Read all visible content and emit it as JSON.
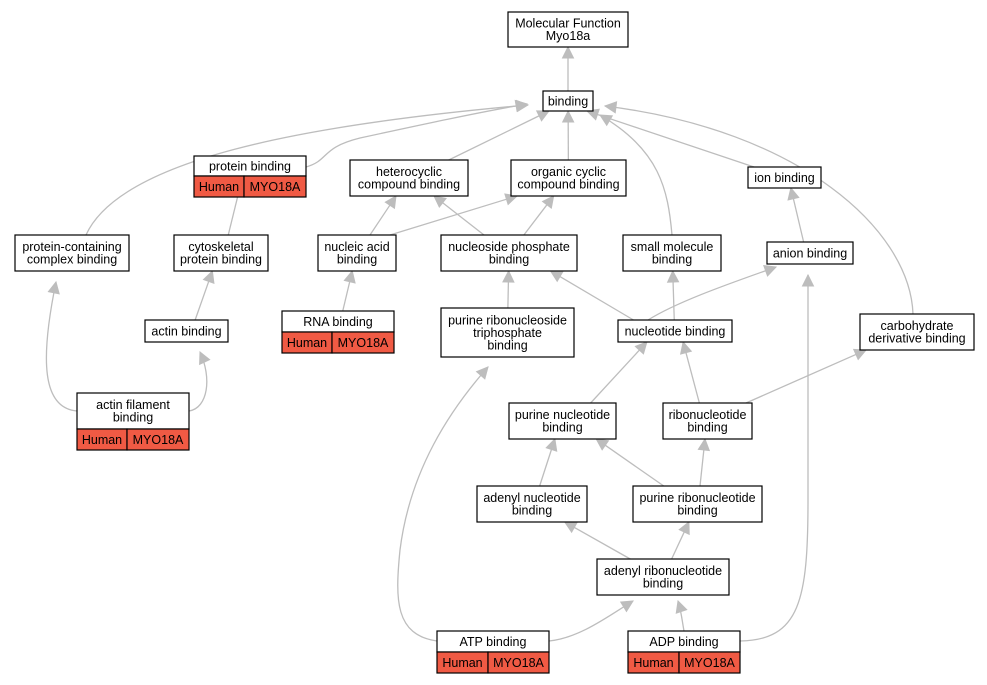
{
  "nodes": [
    {
      "id": "mf",
      "lines": [
        "Molecular Function",
        "Myo18a"
      ]
    },
    {
      "id": "bind",
      "lines": [
        "binding"
      ]
    },
    {
      "id": "pb",
      "lines": [
        "protein binding"
      ],
      "annotation": [
        "Human",
        "MYO18A"
      ]
    },
    {
      "id": "hcb",
      "lines": [
        "heterocyclic",
        "compound binding"
      ]
    },
    {
      "id": "occb",
      "lines": [
        "organic cyclic",
        "compound binding"
      ]
    },
    {
      "id": "ionb",
      "lines": [
        "ion binding"
      ]
    },
    {
      "id": "pccb",
      "lines": [
        "protein-containing",
        "complex binding"
      ]
    },
    {
      "id": "cpb",
      "lines": [
        "cytoskeletal",
        "protein binding"
      ]
    },
    {
      "id": "nab",
      "lines": [
        "nucleic acid",
        "binding"
      ]
    },
    {
      "id": "npb",
      "lines": [
        "nucleoside phosphate",
        "binding"
      ]
    },
    {
      "id": "smb",
      "lines": [
        "small molecule",
        "binding"
      ]
    },
    {
      "id": "anb",
      "lines": [
        "anion binding"
      ]
    },
    {
      "id": "actb",
      "lines": [
        "actin binding"
      ]
    },
    {
      "id": "rnab",
      "lines": [
        "RNA binding"
      ],
      "annotation": [
        "Human",
        "MYO18A"
      ]
    },
    {
      "id": "prtb",
      "lines": [
        "purine ribonucleoside",
        "triphosphate",
        "binding"
      ]
    },
    {
      "id": "ntb",
      "lines": [
        "nucleotide binding"
      ]
    },
    {
      "id": "cdb",
      "lines": [
        "carbohydrate",
        "derivative binding"
      ]
    },
    {
      "id": "afb",
      "lines": [
        "actin filament",
        "binding"
      ],
      "annotation": [
        "Human",
        "MYO18A"
      ]
    },
    {
      "id": "pnb",
      "lines": [
        "purine nucleotide",
        "binding"
      ]
    },
    {
      "id": "rnb",
      "lines": [
        "ribonucleotide",
        "binding"
      ]
    },
    {
      "id": "anlb",
      "lines": [
        "adenyl nucleotide",
        "binding"
      ]
    },
    {
      "id": "prnb",
      "lines": [
        "purine ribonucleotide",
        "binding"
      ]
    },
    {
      "id": "arnb",
      "lines": [
        "adenyl ribonucleotide",
        "binding"
      ]
    },
    {
      "id": "atpb",
      "lines": [
        "ATP binding"
      ],
      "annotation": [
        "Human",
        "MYO18A"
      ]
    },
    {
      "id": "adpb",
      "lines": [
        "ADP binding"
      ],
      "annotation": [
        "Human",
        "MYO18A"
      ]
    }
  ],
  "edges": [
    [
      "bind",
      "mf"
    ],
    [
      "pb",
      "bind"
    ],
    [
      "hcb",
      "bind"
    ],
    [
      "occb",
      "bind"
    ],
    [
      "ionb",
      "bind"
    ],
    [
      "pccb",
      "bind"
    ],
    [
      "smb",
      "bind"
    ],
    [
      "cdb",
      "bind"
    ],
    [
      "cpb",
      "pb"
    ],
    [
      "nab",
      "hcb"
    ],
    [
      "nab",
      "occb"
    ],
    [
      "npb",
      "hcb"
    ],
    [
      "npb",
      "occb"
    ],
    [
      "actb",
      "cpb"
    ],
    [
      "afb",
      "actb"
    ],
    [
      "afb",
      "pccb"
    ],
    [
      "rnab",
      "nab"
    ],
    [
      "anb",
      "ionb"
    ],
    [
      "prtb",
      "npb"
    ],
    [
      "ntb",
      "npb"
    ],
    [
      "ntb",
      "smb"
    ],
    [
      "ntb",
      "anb"
    ],
    [
      "pnb",
      "ntb"
    ],
    [
      "rnb",
      "ntb"
    ],
    [
      "rnb",
      "cdb"
    ],
    [
      "anlb",
      "pnb"
    ],
    [
      "prnb",
      "pnb"
    ],
    [
      "prnb",
      "rnb"
    ],
    [
      "arnb",
      "anlb"
    ],
    [
      "arnb",
      "prnb"
    ],
    [
      "atpb",
      "arnb"
    ],
    [
      "atpb",
      "prtb"
    ],
    [
      "adpb",
      "arnb"
    ],
    [
      "adpb",
      "anb"
    ]
  ],
  "colors": {
    "edge": "#bdbdbd",
    "annotation_fill": "#f05a44",
    "node_fill": "#ffffff",
    "border": "#000000"
  }
}
